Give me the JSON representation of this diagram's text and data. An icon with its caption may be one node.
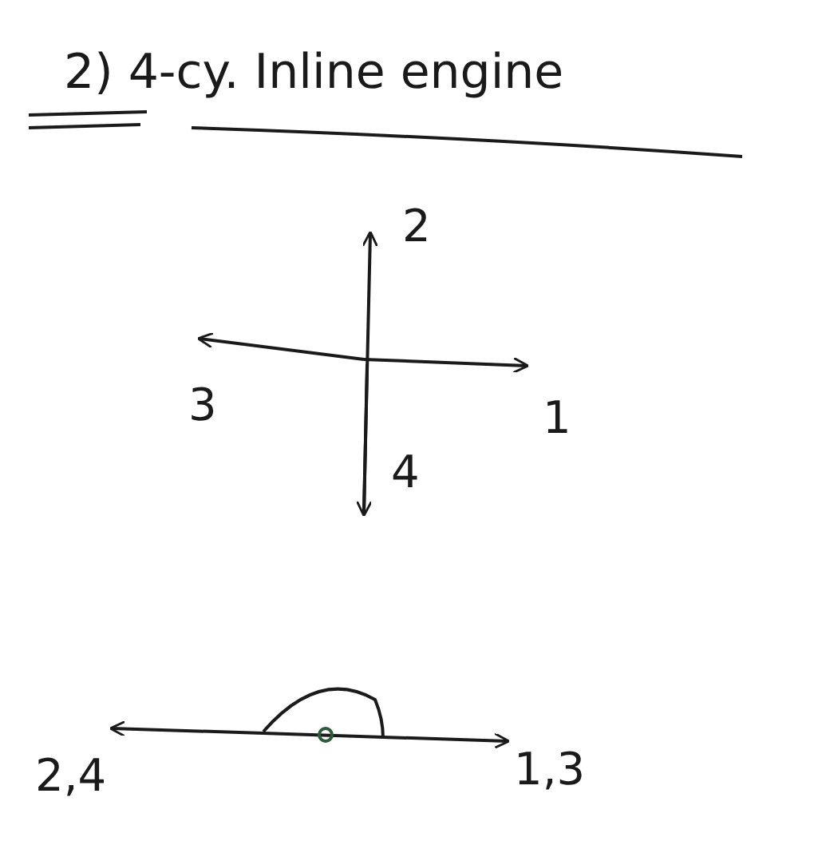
{
  "diagram": {
    "title": "2) 4-cy. Inline engine",
    "labels": [
      "2",
      "3",
      "1",
      "4",
      "2,4",
      "1,3"
    ]
  }
}
